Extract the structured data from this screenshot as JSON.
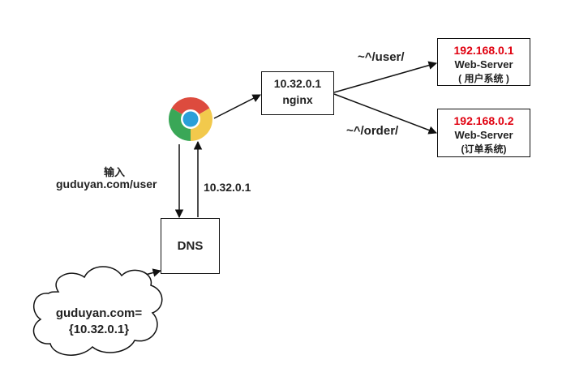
{
  "colors": {
    "ip_highlight": "#e0000f",
    "stroke": "#111111",
    "chrome_red": "#dd4b3e",
    "chrome_yellow": "#f2c94c",
    "chrome_green": "#3aa757",
    "chrome_blue": "#2a9fd8"
  },
  "nodes": {
    "nginx": {
      "ip": "10.32.0.1",
      "name": "nginx"
    },
    "server_user": {
      "ip": "192.168.0.1",
      "role": "Web-Server",
      "desc": "( 用户系统 )"
    },
    "server_order": {
      "ip": "192.168.0.2",
      "role": "Web-Server",
      "desc": "(订单系统)"
    },
    "dns": {
      "label": "DNS"
    },
    "cloud": {
      "line1": "guduyan.com=",
      "line2": "{10.32.0.1}"
    },
    "browser": {
      "icon": "chrome-icon"
    }
  },
  "edges": {
    "route_user": "~^/user/",
    "route_order": "~^/order/",
    "input_title": "输入",
    "input_url": "guduyan.com/user",
    "dns_reply": "10.32.0.1"
  }
}
